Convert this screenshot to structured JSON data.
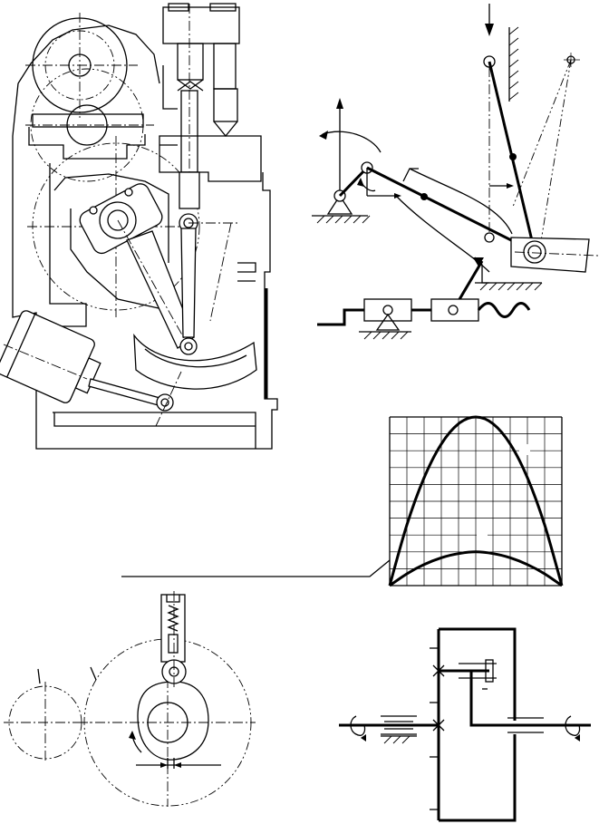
{
  "figure": {
    "panels": [
      {
        "id": "engine-mechanism",
        "labels": []
      },
      {
        "id": "linkage-mechanism",
        "labels": []
      },
      {
        "id": "motion-curve-plot",
        "labels": []
      },
      {
        "id": "cam-mechanism",
        "labels": []
      },
      {
        "id": "gear-train",
        "labels": []
      }
    ]
  },
  "chart_data": {
    "type": "line",
    "title": "",
    "xlabel": "",
    "ylabel": "",
    "grid": true,
    "grid_cells": [
      10,
      10
    ],
    "xlim": [
      0,
      1
    ],
    "ylim": [
      0,
      1
    ],
    "series": [
      {
        "x": [
          0,
          0.1,
          0.2,
          0.3,
          0.4,
          0.5,
          0.6,
          0.7,
          0.8,
          0.9,
          1.0
        ],
        "y": [
          0,
          0.36,
          0.64,
          0.84,
          0.96,
          1.0,
          0.96,
          0.84,
          0.64,
          0.36,
          0
        ]
      },
      {
        "x": [
          0,
          0.1,
          0.2,
          0.3,
          0.4,
          0.5,
          0.6,
          0.7,
          0.8,
          0.9,
          1.0
        ],
        "y": [
          0,
          0.07,
          0.125,
          0.165,
          0.19,
          0.2,
          0.19,
          0.165,
          0.125,
          0.07,
          0
        ]
      }
    ]
  }
}
